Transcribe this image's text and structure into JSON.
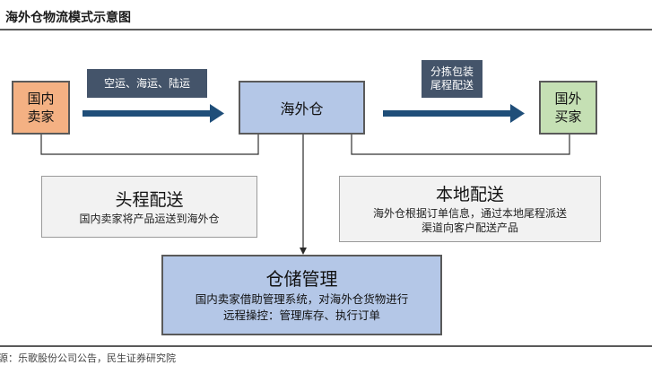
{
  "title": "海外仓物流模式示意图",
  "nodes": {
    "domestic_seller": [
      "国内",
      "卖家"
    ],
    "overseas_warehouse": "海外仓",
    "overseas_buyer": [
      "国外",
      "买家"
    ]
  },
  "tags": {
    "transport": "空运、海运、陆运",
    "sorting": [
      "分拣包装",
      "尾程配送"
    ]
  },
  "panels": {
    "first_mile": {
      "heading": "头程配送",
      "desc": "国内卖家将产品运送到海外仓"
    },
    "local_delivery": {
      "heading": "本地配送",
      "desc": [
        "海外仓根据订单信息，通过本地尾程派送",
        "渠道向客户配送产品"
      ]
    },
    "warehouse_mgmt": {
      "heading": "仓储管理",
      "desc": [
        "国内卖家借助管理系统，对海外仓货物进行",
        "远程操控：管理库存、执行订单"
      ]
    }
  },
  "source": "源：乐歌股份公司公告，民生证券研究院",
  "colors": {
    "seller": "#f4b183",
    "warehouse": "#b4c7e7",
    "buyer": "#c5e0b4",
    "tag": "#44546a",
    "arrow": "#1f4e79",
    "panel": "#f2f2f2"
  }
}
